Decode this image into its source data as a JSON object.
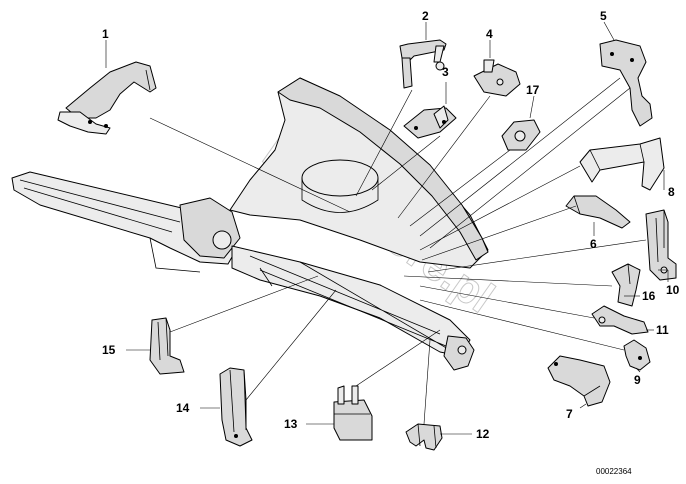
{
  "callouts": {
    "c1": "1",
    "c2": "2",
    "c3": "3",
    "c4": "4",
    "c5": "5",
    "c6": "6",
    "c7": "7",
    "c8": "8",
    "c9": "9",
    "c10": "10",
    "c11": "11",
    "c12": "12",
    "c13": "13",
    "c14": "14",
    "c15": "15",
    "c16": "16",
    "c17": "17"
  },
  "diagram_ref": "00022364",
  "watermark": "BMWstore.pl"
}
